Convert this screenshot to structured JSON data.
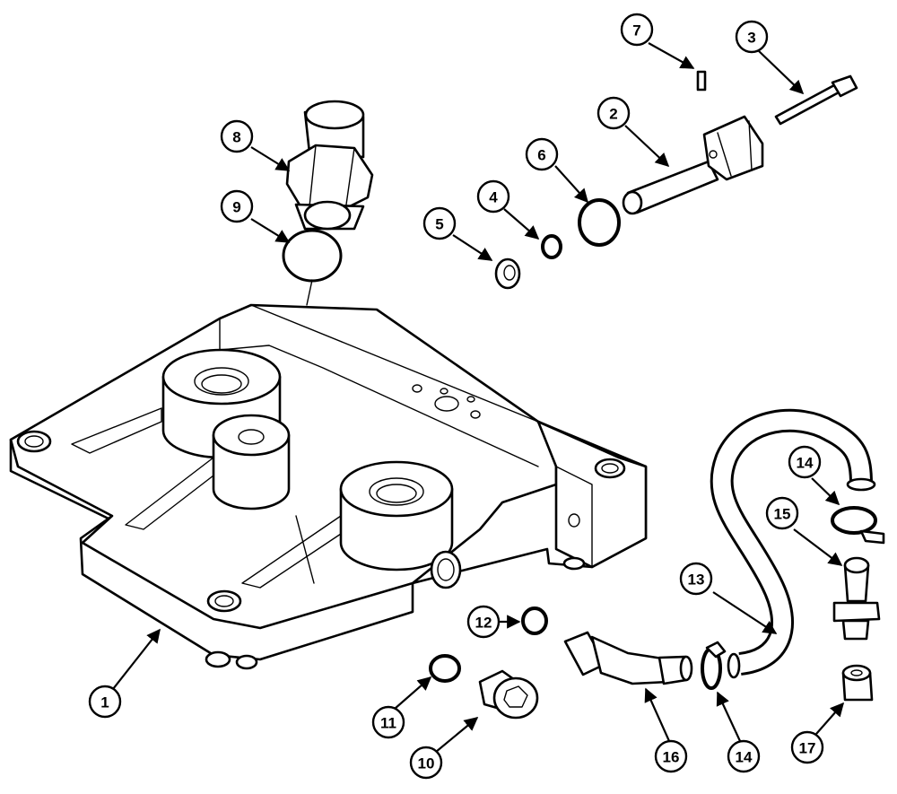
{
  "callouts": [
    {
      "id": "1",
      "label": "1"
    },
    {
      "id": "2",
      "label": "2"
    },
    {
      "id": "3",
      "label": "3"
    },
    {
      "id": "4",
      "label": "4"
    },
    {
      "id": "5",
      "label": "5"
    },
    {
      "id": "6",
      "label": "6"
    },
    {
      "id": "7",
      "label": "7"
    },
    {
      "id": "8",
      "label": "8"
    },
    {
      "id": "9",
      "label": "9"
    },
    {
      "id": "10",
      "label": "10"
    },
    {
      "id": "11",
      "label": "11"
    },
    {
      "id": "12",
      "label": "12"
    },
    {
      "id": "13",
      "label": "13"
    },
    {
      "id": "14a",
      "label": "14"
    },
    {
      "id": "14b",
      "label": "14"
    },
    {
      "id": "15",
      "label": "15"
    },
    {
      "id": "16",
      "label": "16"
    },
    {
      "id": "17",
      "label": "17"
    }
  ]
}
